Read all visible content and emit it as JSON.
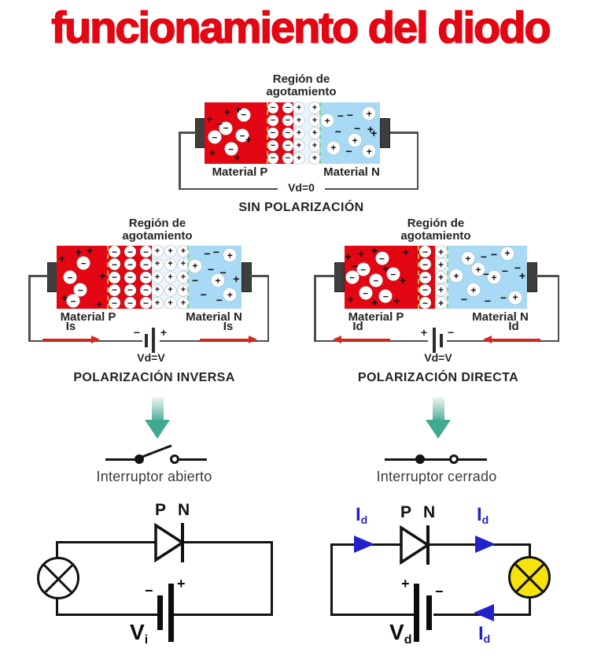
{
  "title": "funcionamiento del diodo",
  "colors": {
    "title_red": "#e30613",
    "material_p_red": "#e30613",
    "material_n_blue": "#a8d9f5",
    "depletion_pale": "#eaf5fc",
    "boundary_orange_dash": "#f5b03c",
    "boundary_green_dash": "#7fcf9a",
    "electrode_gray": "#3e3e3e",
    "current_arrow_red": "#d5281b",
    "flow_arrow_teal": "#41a992",
    "circuit_blue": "#2222cc",
    "lamp_yellow": "#f6e30c"
  },
  "diagrams": [
    {
      "region_label": [
        "Región de",
        "agotamiento"
      ],
      "material_p": "Material P",
      "material_n": "Material N",
      "voltage": "Vd=0",
      "caption": "SIN POLARIZACIÓN",
      "depletion": {
        "rows": 5,
        "minus_cols": 2,
        "plus_cols": 2
      },
      "p_circles": [
        [
          62,
          20
        ],
        [
          34,
          42
        ],
        [
          16,
          57
        ],
        [
          60,
          54
        ],
        [
          42,
          76
        ]
      ],
      "p_signs": [
        [
          "+",
          8,
          27
        ],
        [
          "+",
          36,
          16
        ],
        [
          "+",
          54,
          11
        ],
        [
          "−",
          24,
          35
        ],
        [
          "+",
          70,
          60
        ],
        [
          "+",
          12,
          82
        ],
        [
          "+",
          52,
          90
        ]
      ],
      "n_circles": [
        [
          12,
          30
        ],
        [
          82,
          18
        ],
        [
          58,
          62
        ],
        [
          22,
          74
        ],
        [
          82,
          80
        ]
      ],
      "n_signs": [
        [
          "−",
          34,
          22
        ],
        [
          "−",
          50,
          20
        ],
        [
          "−",
          62,
          42
        ],
        [
          "−",
          30,
          48
        ],
        [
          "+",
          90,
          50
        ],
        [
          "−",
          48,
          80
        ],
        [
          "+",
          84,
          44
        ]
      ]
    },
    {
      "region_label": [
        "Región de",
        "agotamiento"
      ],
      "material_p": "Material P",
      "material_n": "Material N",
      "voltage": "Vd=V",
      "caption": "POLARIZACIÓN INVERSA",
      "current_label": "Is",
      "current_direction": "right",
      "battery": {
        "left_sign": "−",
        "right_sign": "+"
      },
      "depletion": {
        "rows": 5,
        "minus_cols": 3,
        "plus_cols": 3
      },
      "p_circles": [
        [
          52,
          28
        ],
        [
          26,
          50
        ],
        [
          46,
          70
        ],
        [
          32,
          88
        ]
      ],
      "p_signs": [
        [
          "+",
          10,
          20
        ],
        [
          "+",
          42,
          10
        ],
        [
          "+",
          64,
          8
        ],
        [
          "+",
          88,
          48
        ],
        [
          "+",
          15,
          82
        ],
        [
          "+",
          82,
          92
        ]
      ],
      "n_circles": [
        [
          12,
          32
        ],
        [
          78,
          15
        ],
        [
          55,
          55
        ],
        [
          78,
          78
        ]
      ],
      "n_signs": [
        [
          "−",
          35,
          12
        ],
        [
          "−",
          52,
          10
        ],
        [
          "−",
          42,
          38
        ],
        [
          "−",
          12,
          55
        ],
        [
          "−",
          65,
          42
        ],
        [
          "+",
          90,
          52
        ],
        [
          "−",
          28,
          78
        ],
        [
          "−",
          58,
          86
        ]
      ]
    },
    {
      "region_label": [
        "Región de",
        "agotamiento"
      ],
      "material_p": "Material P",
      "material_n": "Material N",
      "voltage": "Vd=V",
      "caption": "POLARIZACIÓN DIRECTA",
      "current_label": "Id",
      "current_direction": "left",
      "battery": {
        "left_sign": "+",
        "right_sign": "−"
      },
      "depletion": {
        "rows": 5,
        "minus_cols": 1,
        "plus_cols": 1
      },
      "p_circles": [
        [
          50,
          20
        ],
        [
          25,
          38
        ],
        [
          10,
          50
        ],
        [
          42,
          55
        ],
        [
          65,
          45
        ],
        [
          28,
          75
        ],
        [
          55,
          80
        ]
      ],
      "p_signs": [
        [
          "+",
          5,
          18
        ],
        [
          "+",
          22,
          12
        ],
        [
          "+",
          40,
          8
        ],
        [
          "+",
          82,
          10
        ],
        [
          "−",
          14,
          32
        ],
        [
          "+",
          55,
          36
        ],
        [
          "+",
          78,
          55
        ],
        [
          "+",
          8,
          85
        ],
        [
          "+",
          40,
          90
        ],
        [
          "+",
          70,
          88
        ]
      ],
      "n_circles": [
        [
          25,
          20
        ],
        [
          75,
          12
        ],
        [
          38,
          38
        ],
        [
          10,
          48
        ],
        [
          58,
          50
        ],
        [
          32,
          70
        ],
        [
          85,
          82
        ]
      ],
      "n_signs": [
        [
          "−",
          45,
          18
        ],
        [
          "−",
          58,
          14
        ],
        [
          "−",
          48,
          45
        ],
        [
          "−",
          72,
          40
        ],
        [
          "−",
          88,
          35
        ],
        [
          "+",
          94,
          48
        ],
        [
          "−",
          20,
          85
        ],
        [
          "−",
          50,
          88
        ],
        [
          "−",
          70,
          82
        ]
      ]
    }
  ],
  "switches": {
    "left": {
      "label": "Interruptor abierto",
      "state": "open"
    },
    "right": {
      "label": "Interruptor cerrado",
      "state": "closed"
    }
  },
  "circuits": [
    {
      "p_label": "P",
      "n_label": "N",
      "battery": {
        "left_sign": "−",
        "right_sign": "+"
      },
      "source": {
        "base": "V",
        "sub": "i"
      },
      "lamp_on": false
    },
    {
      "p_label": "P",
      "n_label": "N",
      "battery": {
        "left_sign": "+",
        "right_sign": "−"
      },
      "source": {
        "base": "V",
        "sub": "d"
      },
      "current": {
        "base": "I",
        "sub": "d"
      },
      "lamp_on": true
    }
  ]
}
